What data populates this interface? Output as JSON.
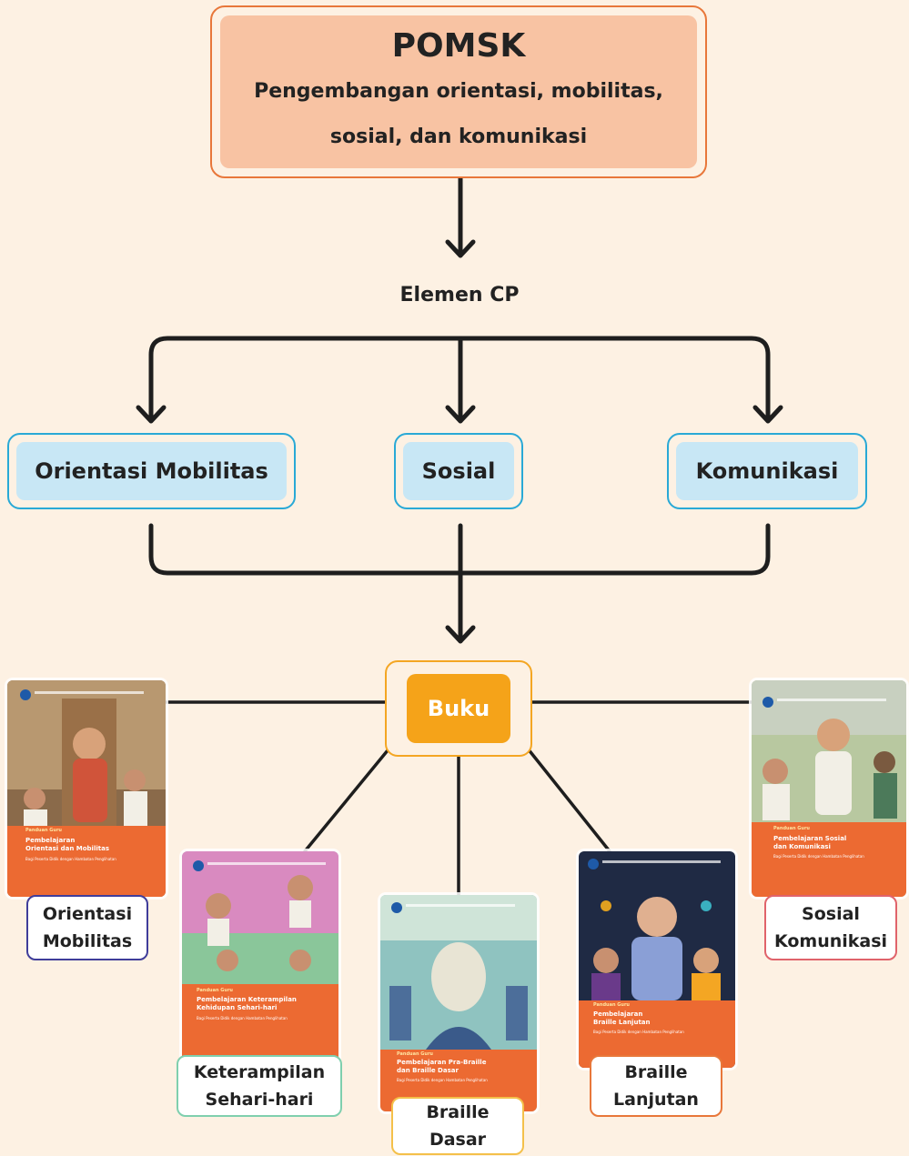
{
  "title": {
    "main": "POMSK",
    "line1": "Pengembangan orientasi, mobilitas,",
    "line2": "sosial, dan komunikasi"
  },
  "elemen_label": "Elemen CP",
  "elements": [
    {
      "label": "Orientasi Mobilitas"
    },
    {
      "label": "Sosial"
    },
    {
      "label": "Komunikasi"
    }
  ],
  "buku_label": "Buku",
  "books": [
    {
      "caption": "Orientasi\nMobilitas",
      "cover_series": "Panduan Guru",
      "cover_title": "Pembelajaran\nOrientasi dan Mobilitas",
      "cover_sub": "Bagi Peserta Didik dengan Hambatan Penglihatan",
      "border_color": "#3f3d9a"
    },
    {
      "caption": "Keterampilan\nSehari-hari",
      "cover_series": "Panduan Guru",
      "cover_title": "Pembelajaran Keterampilan\nKehidupan Sehari-hari",
      "cover_sub": "Bagi Peserta Didik dengan Hambatan Penglihatan",
      "border_color": "#7fcfae"
    },
    {
      "caption": "Braille\nDasar",
      "cover_series": "Panduan Guru",
      "cover_title": "Pembelajaran Pra-Braille\ndan Braille Dasar",
      "cover_sub": "Bagi Peserta Didik dengan Hambatan Penglihatan",
      "border_color": "#f4c04a"
    },
    {
      "caption": "Braille\nLanjutan",
      "cover_series": "Panduan Guru",
      "cover_title": "Pembelajaran\nBraille Lanjutan",
      "cover_sub": "Bagi Peserta Didik dengan Hambatan Penglihatan",
      "border_color": "#e8773a"
    },
    {
      "caption": "Sosial\nKomunikasi",
      "cover_series": "Panduan Guru",
      "cover_title": "Pembelajaran Sosial\ndan Komunikasi",
      "cover_sub": "Bagi Peserta Didik dengan Hambatan Penglihatan",
      "border_color": "#e0636b"
    }
  ],
  "colors": {
    "background": "#fdf1e3",
    "title_fill": "#f8c3a3",
    "title_border": "#e8773a",
    "element_fill": "#c8e7f5",
    "element_border": "#29a9d6",
    "buku_fill": "#f5a319",
    "connector": "#1e1e1e",
    "cover_band": "#ec6a32"
  }
}
